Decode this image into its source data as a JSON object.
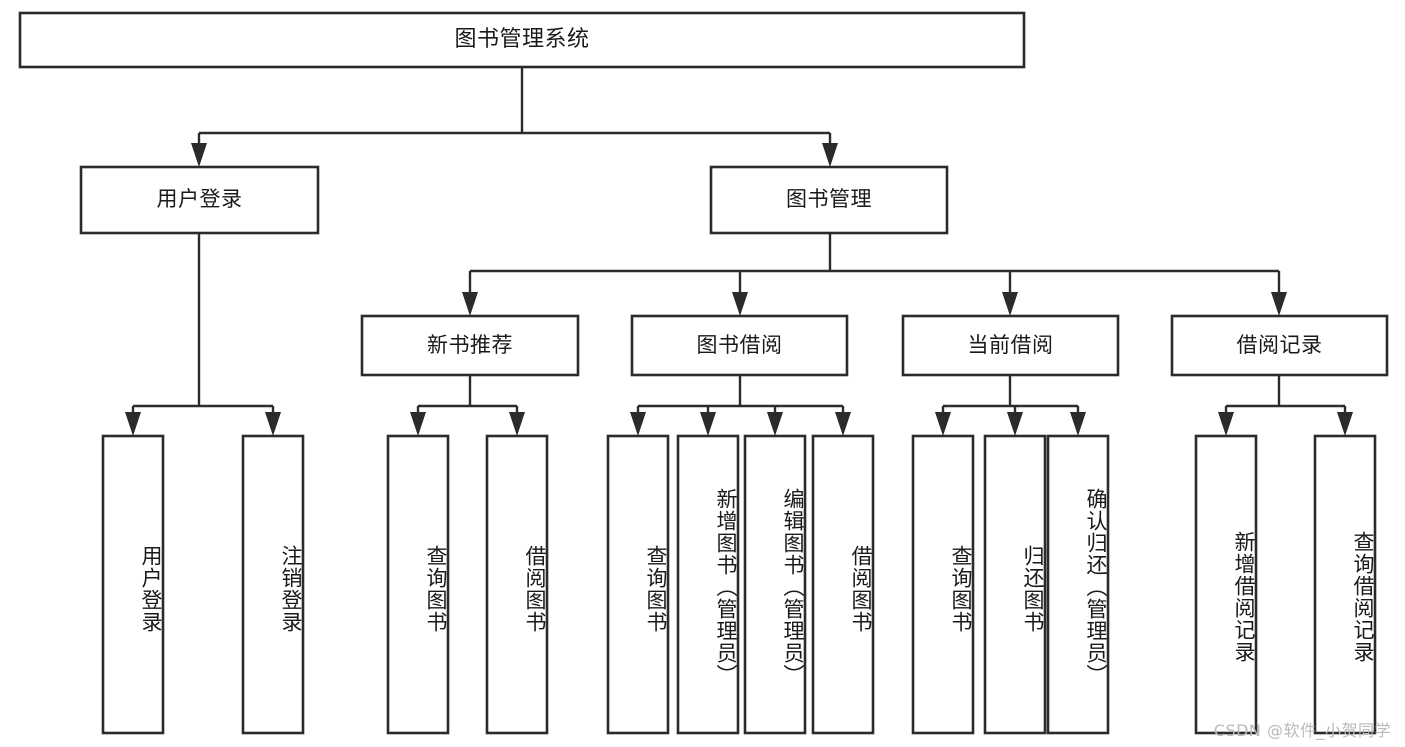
{
  "diagram": {
    "title": "图书管理系统",
    "type": "tree",
    "orientation": "top-down",
    "colors": {
      "box_stroke": "#2b2b2b",
      "box_fill": "#ffffff",
      "line": "#2b2b2b",
      "text": "#1a1a1a",
      "background": "#ffffff",
      "watermark": "#b9b9b9"
    },
    "root": {
      "label": "图书管理系统"
    },
    "level2": [
      {
        "label": "用户登录"
      },
      {
        "label": "图书管理"
      }
    ],
    "level3": [
      {
        "label": "新书推荐"
      },
      {
        "label": "图书借阅"
      },
      {
        "label": "当前借阅"
      },
      {
        "label": "借阅记录"
      }
    ],
    "leaves": {
      "user_login": [
        {
          "label": "用户登录"
        },
        {
          "label": "注销登录"
        }
      ],
      "new_book_recommend": [
        {
          "label": "查询图书"
        },
        {
          "label": "借阅图书"
        }
      ],
      "book_borrow": [
        {
          "label": "查询图书"
        },
        {
          "label": "新增图书（管理员）"
        },
        {
          "label": "编辑图书（管理员）"
        },
        {
          "label": "借阅图书"
        }
      ],
      "current_borrow": [
        {
          "label": "查询图书"
        },
        {
          "label": "归还图书"
        },
        {
          "label": "确认归还（管理员）"
        }
      ],
      "borrow_record": [
        {
          "label": "新增借阅记录"
        },
        {
          "label": "查询借阅记录"
        }
      ]
    }
  },
  "watermark": {
    "text": "CSDN @软件_小贺同学"
  }
}
